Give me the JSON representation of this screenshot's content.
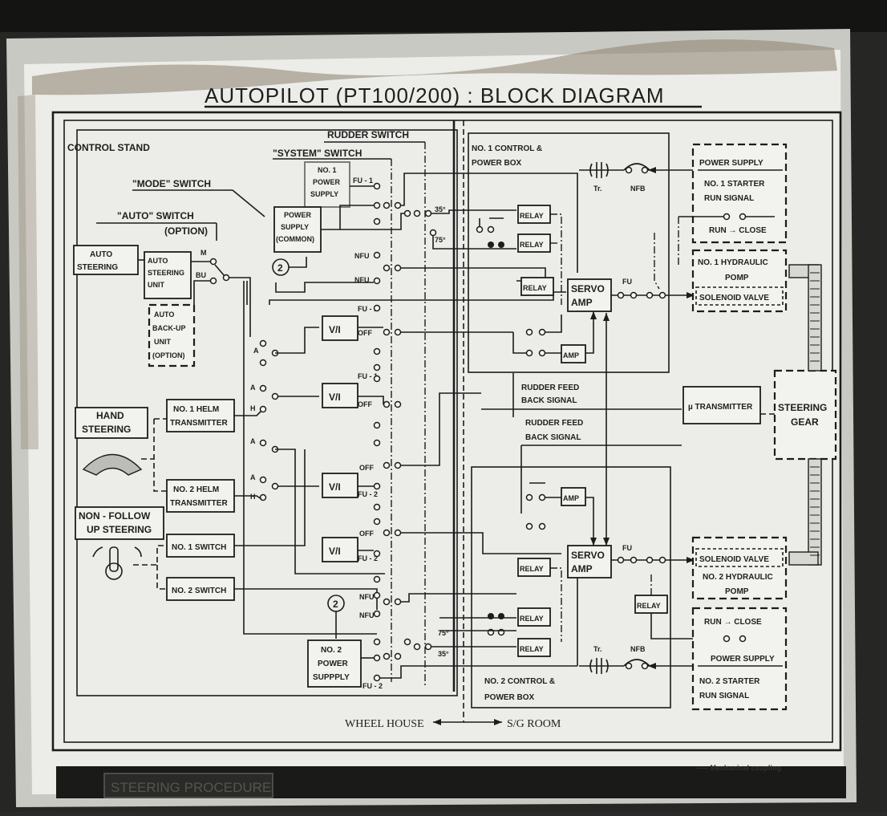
{
  "colors": {
    "panel": "#ecece8",
    "ink": "#1c1c1c",
    "frame": "#cfcfcb",
    "stain": "#8a7f6e"
  },
  "diagram": {
    "title": "AUTOPILOT (PT100/200) : BLOCK DIAGRAM",
    "control_stand": "CONTROL STAND",
    "rudder_switch": "RUDDER SWITCH",
    "system_switch": "\"SYSTEM\" SWITCH",
    "mode_switch": "\"MODE\" SWITCH",
    "auto_switch": "\"AUTO\" SWITCH",
    "auto_switch_option": "(OPTION)",
    "no1_power_supply": [
      "NO. 1",
      "POWER",
      "SUPPLY"
    ],
    "power_supply_common": [
      "POWER",
      "SUPPLY",
      "(COMMON)"
    ],
    "no2_power_supply": [
      "NO. 2",
      "POWER",
      "SUPPPLY"
    ],
    "circle_2": "2",
    "auto_steering": [
      "AUTO",
      "STEERING"
    ],
    "auto_steering_unit": [
      "AUTO",
      "STEERING",
      "UNIT"
    ],
    "auto_backup_unit": [
      "AUTO",
      "BACK-UP",
      "UNIT",
      "(OPTION)"
    ],
    "hand_steering": [
      "HAND",
      "STEERING"
    ],
    "no1_helm_transmitter": [
      "NO. 1 HELM",
      "TRANSMITTER"
    ],
    "no2_helm_transmitter": [
      "NO. 2 HELM",
      "TRANSMITTER"
    ],
    "non_follow_up": [
      "NON - FOLLOW",
      "UP STEERING"
    ],
    "no1_switch": "NO. 1 SWITCH",
    "no2_switch": "NO. 2 SWITCH",
    "vi": "V/I",
    "fu1": "FU - 1",
    "fu2": "FU - 2",
    "off": "OFF",
    "nfu": "NFU",
    "mode_m": "M",
    "mode_bu": "BU",
    "sel_a": "A",
    "sel_h": "H",
    "deg35": "35°",
    "deg75": "75°",
    "no1_control_box": [
      "NO. 1  CONTROL &",
      "POWER BOX"
    ],
    "no2_control_box": [
      "NO. 2  CONTROL &",
      "POWER BOX"
    ],
    "relay": "RELAY",
    "servo_amp": [
      "SERVO",
      "AMP"
    ],
    "amp": "AMP",
    "fu": "FU",
    "tr": "Tr.",
    "nfb": "NFB",
    "rudder_feedback": [
      "RUDDER FEED",
      "BACK SIGNAL"
    ],
    "transmitter": "µ TRANSMITTER",
    "steering_gear": [
      "STEERING",
      "GEAR"
    ],
    "no1_starter_box": [
      "POWER SUPPLY",
      "NO. 1  STARTER",
      "RUN SIGNAL",
      "RUN → CLOSE"
    ],
    "no1_hydraulic": [
      "NO. 1  HYDRAULIC",
      "POMP",
      "SOLENOID VALVE"
    ],
    "no2_hydraulic": [
      "SOLENOID VALVE",
      "NO. 2  HYDRAULIC",
      "POMP"
    ],
    "no2_starter_box": [
      "RUN → CLOSE",
      "POWER SUPPLY",
      "NO. 2  STARTER",
      "RUN SIGNAL"
    ],
    "wheel_house": "WHEEL HOUSE",
    "sg_room": "S/G ROOM",
    "mech_coupling": "----- Mechanical coupling",
    "steering_procedure": "STEERING PROCEDURE"
  }
}
